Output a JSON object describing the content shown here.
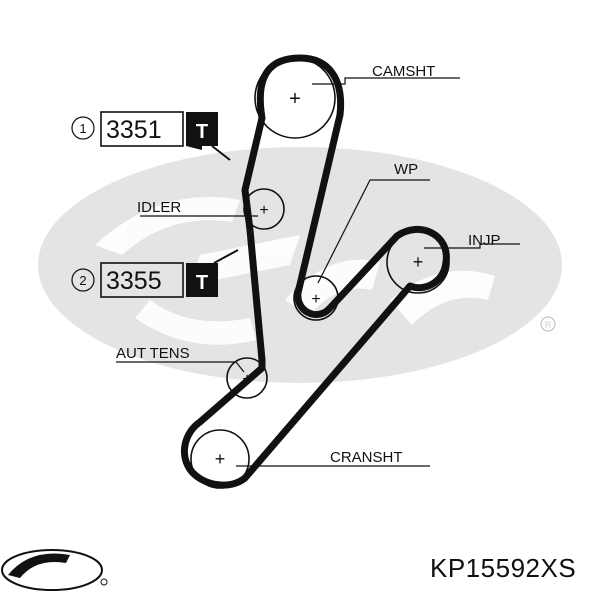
{
  "labels": {
    "camshaft": "CAMSHT",
    "water_pump": "WP",
    "idler": "IDLER",
    "injection_pump": "INJP",
    "auto_tensioner": "AUT TENS",
    "crankshaft": "CRANSHT"
  },
  "parts": [
    {
      "index": "1",
      "number": "3351",
      "icon": "gates-t-icon"
    },
    {
      "index": "2",
      "number": "3355",
      "icon": "gates-t-icon"
    }
  ],
  "product_code": "KP15592XS",
  "brand": {
    "name": "Gates",
    "registered_mark": "®"
  },
  "colors": {
    "belt": "#111111",
    "watermark": "#e2e2e2",
    "ink": "#111111"
  }
}
